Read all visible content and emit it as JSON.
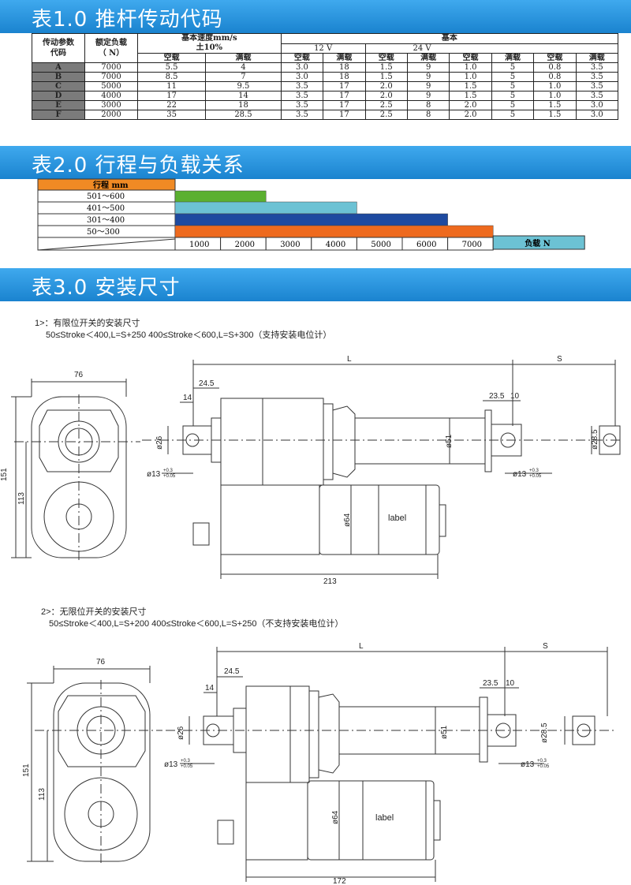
{
  "banners": {
    "t1": "表1.0 推杆传动代码",
    "t2": "表2.0 行程与负载关系",
    "t3": "表3.0 安装尺寸"
  },
  "table1": {
    "h_code": "传动参数\n代码",
    "h_load": "额定负载\n（ N）",
    "h_speed": "基本速度mm/s\n土10%",
    "h_base": "基本",
    "h_12v": "12 V",
    "h_24v": "24 V",
    "h_noload": "空载",
    "h_full": "满载",
    "rows": [
      {
        "code": "A",
        "load": "7000",
        "v": [
          "5.5",
          "4",
          "3.0",
          "18",
          "1.5",
          "9",
          "1.0",
          "5",
          "0.8",
          "3.5"
        ]
      },
      {
        "code": "B",
        "load": "7000",
        "v": [
          "8.5",
          "7",
          "3.0",
          "18",
          "1.5",
          "9",
          "1.0",
          "5",
          "0.8",
          "3.5"
        ]
      },
      {
        "code": "C",
        "load": "5000",
        "v": [
          "11",
          "9.5",
          "3.5",
          "17",
          "2.0",
          "9",
          "1.5",
          "5",
          "1.0",
          "3.5"
        ]
      },
      {
        "code": "D",
        "load": "4000",
        "v": [
          "17",
          "14",
          "3.5",
          "17",
          "2.0",
          "9",
          "1.5",
          "5",
          "1.0",
          "3.5"
        ]
      },
      {
        "code": "E",
        "load": "3000",
        "v": [
          "22",
          "18",
          "3.5",
          "17",
          "2.5",
          "8",
          "2.0",
          "5",
          "1.5",
          "3.0"
        ]
      },
      {
        "code": "F",
        "load": "2000",
        "v": [
          "35",
          "28.5",
          "3.5",
          "17",
          "2.5",
          "8",
          "2.0",
          "5",
          "1.5",
          "3.0"
        ]
      }
    ]
  },
  "table2": {
    "header": "行程 mm",
    "strokes": [
      {
        "label": "501～600",
        "load": 2000,
        "color": "#5bb030"
      },
      {
        "label": "401～500",
        "load": 4000,
        "color": "#6cc2d4"
      },
      {
        "label": "301～400",
        "load": 6000,
        "color": "#1e4aa0"
      },
      {
        "label": "50～300",
        "load": 7000,
        "color": "#ee6a1e"
      }
    ],
    "axis": [
      "1000",
      "2000",
      "3000",
      "4000",
      "5000",
      "6000",
      "7000"
    ],
    "axis_label": "负载 N",
    "header_color": "#f08a24",
    "axis_label_color": "#6cc2d4"
  },
  "section3": {
    "d1_title": "1>：有限位开关的安装尺寸",
    "d1_formula": "50≤Stroke＜400,L=S+250   400≤Stroke＜600,L=S+300（支持安装电位计）",
    "d2_title": "2>：无限位开关的安装尺寸",
    "d2_formula": "50≤Stroke＜400,L=S+200   400≤Stroke＜600,L=S+250（不支持安装电位计）",
    "dims": {
      "w76": "76",
      "h151": "151",
      "h113": "113",
      "L": "L",
      "S": "S",
      "d245": "24.5",
      "d14": "14",
      "d26": "ø26",
      "d13": "ø13",
      "tol_plus": "+0.3",
      "tol_plus2": "+0.05",
      "d235": "23.5",
      "d10": "10",
      "d51": "ø51",
      "d285": "ø28.5",
      "d64": "ø64",
      "label": "label",
      "len1": "213",
      "len2": "172"
    }
  }
}
